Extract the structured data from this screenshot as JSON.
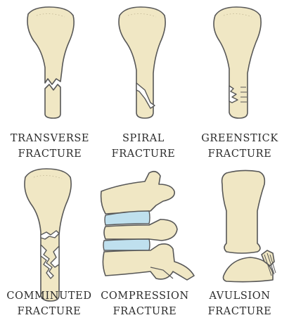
{
  "fractures": [
    {
      "id": "transverse",
      "line1": "TRANSVERSE",
      "line2": "FRACTURE"
    },
    {
      "id": "spiral",
      "line1": "SPIRAL",
      "line2": "FRACTURE"
    },
    {
      "id": "greenstick",
      "line1": "GREENSTICK",
      "line2": "FRACTURE"
    },
    {
      "id": "comminuted",
      "line1": "COMMINUTED",
      "line2": "FRACTURE"
    },
    {
      "id": "compression",
      "line1": "COMPRESSION",
      "line2": "FRACTURE"
    },
    {
      "id": "avulsion",
      "line1": "AVULSION",
      "line2": "FRACTURE"
    }
  ],
  "colors": {
    "bone": "#f0e7c4",
    "outline": "#575757",
    "disc": "#bfe0ee",
    "text": "#2b2b2b"
  }
}
